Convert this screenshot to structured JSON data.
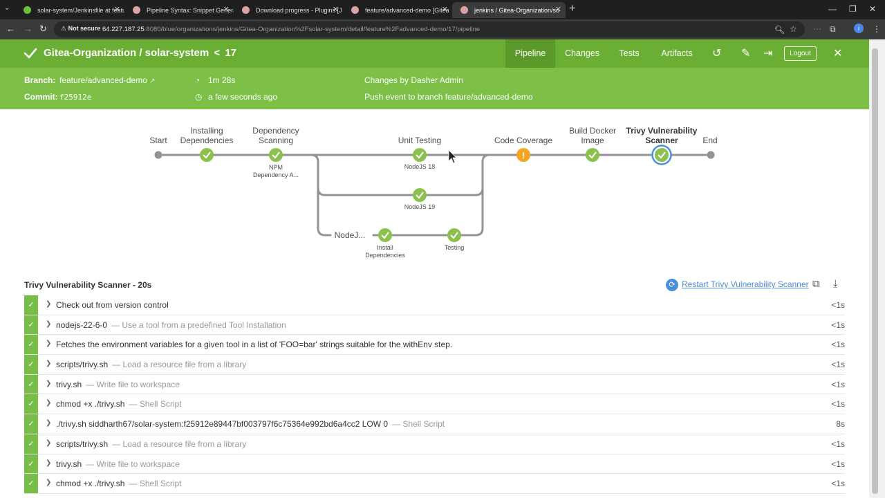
{
  "browser": {
    "tabs": [
      {
        "label": "solar-system/Jenkinsfile at featu",
        "favicon": "gitea"
      },
      {
        "label": "Pipeline Syntax: Snippet Genera",
        "favicon": "jenkins"
      },
      {
        "label": "Download progress - Plugins [J",
        "favicon": "jenkins"
      },
      {
        "label": "feature/advanced-demo [Gitea",
        "favicon": "jenkins"
      },
      {
        "label": "jenkins / Gitea-Organization/so",
        "favicon": "jenkins"
      }
    ],
    "security_label": "Not secure",
    "url_host": "64.227.187.25",
    "url_path": ":8080/blue/organizations/jenkins/Gitea-Organization%2Fsolar-system/detail/feature%2Fadvanced-demo/17/pipeline",
    "profile_initial": "i"
  },
  "header": {
    "title": "Gitea-Organization / solar-system",
    "run_separator": "<",
    "run_number": "17",
    "nav": [
      "Pipeline",
      "Changes",
      "Tests",
      "Artifacts"
    ],
    "logout_label": "Logout"
  },
  "info": {
    "branch_label": "Branch:",
    "branch_value": "feature/advanced-demo",
    "commit_label": "Commit:",
    "commit_value": "f25912e",
    "duration": "1m 28s",
    "time_ago": "a few seconds ago",
    "changes_by": "Changes by Dasher Admin",
    "trigger": "Push event to branch feature/advanced-demo"
  },
  "pipeline": {
    "stages": [
      "Start",
      "Installing\nDependencies",
      "Dependency\nScanning",
      "Unit Testing",
      "Code Coverage",
      "Build Docker\nImage",
      "Trivy Vulnerability\nScanner",
      "End"
    ],
    "sub_labels": {
      "npm": "NPM\nDependency A...",
      "node18": "NodeJS 18",
      "node19": "NodeJS 19",
      "nodej": "NodeJ...",
      "install": "Install\nDependencies",
      "testing": "Testing"
    },
    "colors": {
      "success": "#8cc04f",
      "warning": "#f5a623",
      "line": "#949393",
      "selected": "#4a90d9"
    }
  },
  "steps_section": {
    "title": "Trivy Vulnerability Scanner - 20s",
    "restart_label": "Restart Trivy Vulnerability Scanner",
    "steps": [
      {
        "name": "Check out from version control",
        "desc": "",
        "dur": "<1s"
      },
      {
        "name": "nodejs-22-6-0",
        "desc": "— Use a tool from a predefined Tool Installation",
        "dur": "<1s"
      },
      {
        "name": "Fetches the environment variables for a given tool in a list of 'FOO=bar' strings suitable for the withEnv step.",
        "desc": "",
        "dur": "<1s"
      },
      {
        "name": "scripts/trivy.sh",
        "desc": "— Load a resource file from a library",
        "dur": "<1s"
      },
      {
        "name": "trivy.sh",
        "desc": "— Write file to workspace",
        "dur": "<1s"
      },
      {
        "name": "chmod +x ./trivy.sh",
        "desc": "— Shell Script",
        "dur": "<1s"
      },
      {
        "name": "./trivy.sh siddharth67/solar-system:f25912e89447bf003797f6c75364e992bd6a4cc2 LOW 0",
        "desc": "— Shell Script",
        "dur": "8s"
      },
      {
        "name": "scripts/trivy.sh",
        "desc": "— Load a resource file from a library",
        "dur": "<1s"
      },
      {
        "name": "trivy.sh",
        "desc": "— Write file to workspace",
        "dur": "<1s"
      },
      {
        "name": "chmod +x ./trivy.sh",
        "desc": "— Shell Script",
        "dur": "<1s"
      }
    ]
  }
}
